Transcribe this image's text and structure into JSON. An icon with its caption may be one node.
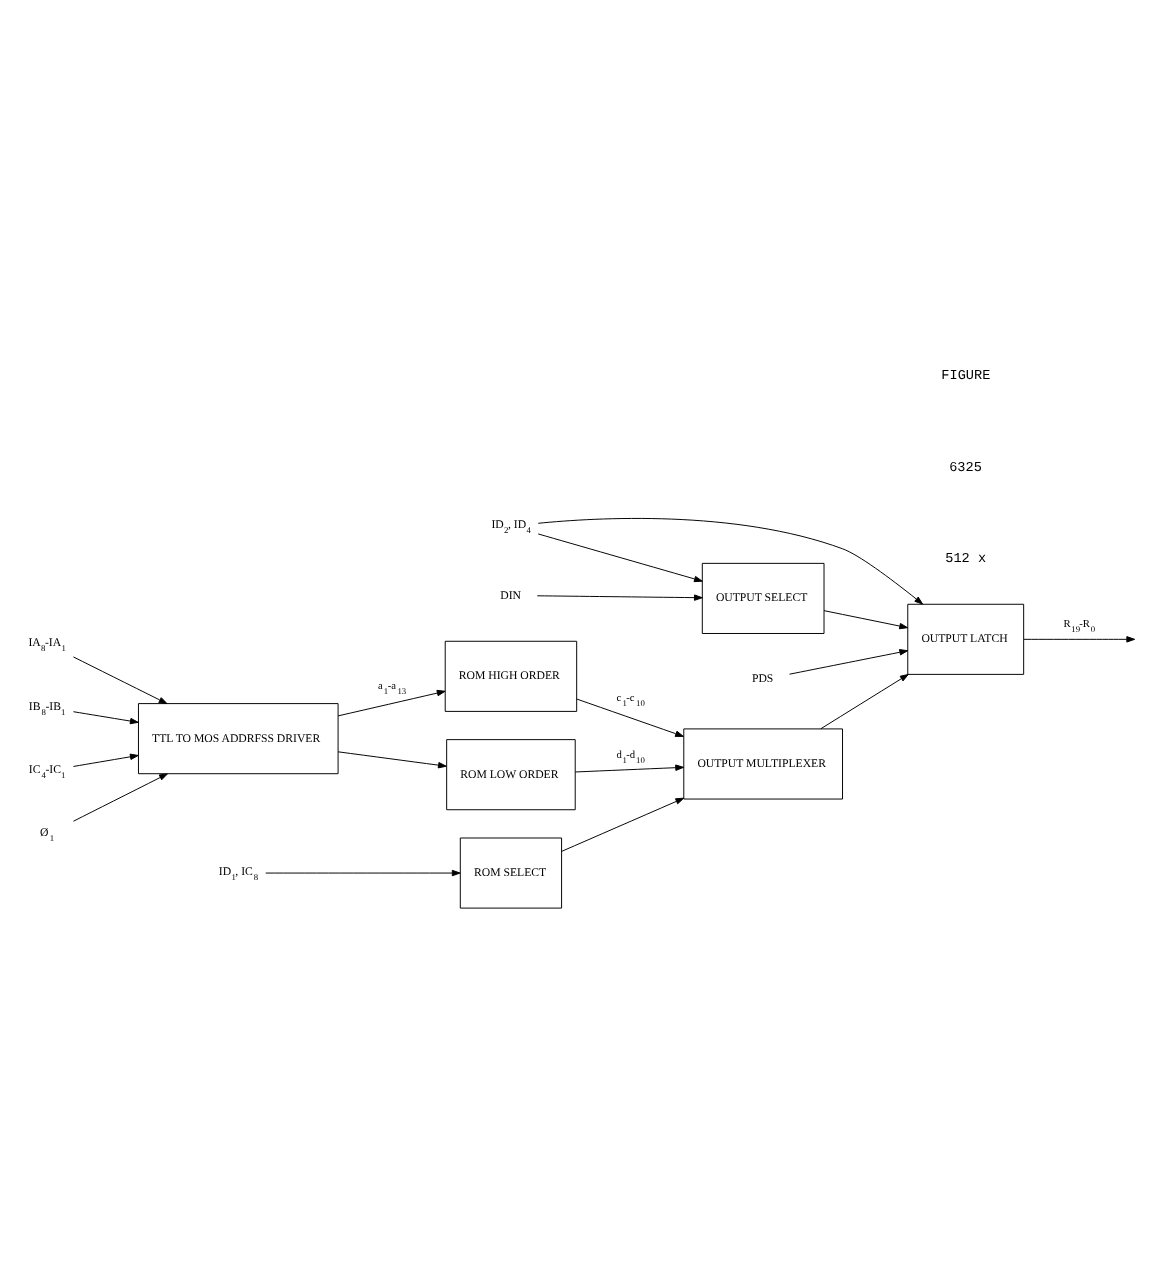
{
  "diagram": {
    "nodes": [
      {
        "text": [
          "ROM HIGH ORDER"
        ]
      },
      {
        "text": [
          "ROM LOW ORDER"
        ]
      },
      {
        "text": [
          "OUTPUT MULTIPLEXER"
        ]
      },
      {
        "text": [
          "OUTPUT LATCH"
        ]
      },
      {
        "text": [
          "TTL TO MOS ADDRFSS DRIVER"
        ]
      },
      {
        "text": [
          "ROM SELECT"
        ]
      },
      {
        "text": [
          "OUTPUT SELECT"
        ]
      },
      {
        "text": [
          "PDS"
        ]
      },
      {
        "text": [
          "IA$_{8}$-IA$_{1}$"
        ]
      },
      {
        "text": [
          "IB$_{8}$-IB$_{1}$"
        ]
      },
      {
        "text": [
          "IC$_{4}$-IC$_{1}$"
        ]
      },
      {
        "text": [
          "Ø$_{1}$"
        ]
      },
      {
        "text": [
          "ID$_{1}$, IC$_{8}$"
        ]
      },
      {
        "text": [
          "ID$_{2}$, ID$_{4}$"
        ]
      },
      {
        "text": [
          "DIN"
        ]
      }
    ],
    "edges": [
      {
        "from": 4,
        "to": 0,
        "arrow": "to",
        "label": "a$_{1}$-a$_{13}$"
      },
      {
        "from": 4,
        "to": 1,
        "arrow": "to"
      },
      {
        "from": 0,
        "to": 2,
        "arrow": "to",
        "label": "c$_{1}$-c$_{10}$"
      },
      {
        "from": 1,
        "to": 2,
        "arrow": "to",
        "label": "d$_{1}$-d$_{10}$"
      },
      {
        "from": 2,
        "to": 3,
        "arrow": "to"
      },
      {
        "from": 3,
        "to": null,
        "arrow": "to",
        "label": "R$_{19}$-R$_{0}$"
      },
      {
        "from": 5,
        "to": 2,
        "arrow": "to"
      },
      {
        "from": 7,
        "to": 3,
        "arrow": "to"
      },
      {
        "from": 6,
        "to": 3,
        "arrow": "to"
      },
      {
        "from": 13,
        "to": 3,
        "arrow": "to"
      },
      {
        "from": 13,
        "to": 6,
        "arrow": "to"
      },
      {
        "from": 12,
        "to": 5,
        "arrow": "to"
      },
      {
        "from": 14,
        "to": 6,
        "arrow": "to"
      },
      {
        "from": 8,
        "to": 4,
        "arrow": "to"
      },
      {
        "from": 9,
        "to": 4,
        "arrow": "to"
      },
      {
        "from": 10,
        "to": 4,
        "arrow": "to"
      },
      {
        "from": 11,
        "to": 4,
        "arrow": "to"
      }
    ],
    "labels": [
      "FIGURE",
      "6325",
      "512 x"
    ]
  }
}
